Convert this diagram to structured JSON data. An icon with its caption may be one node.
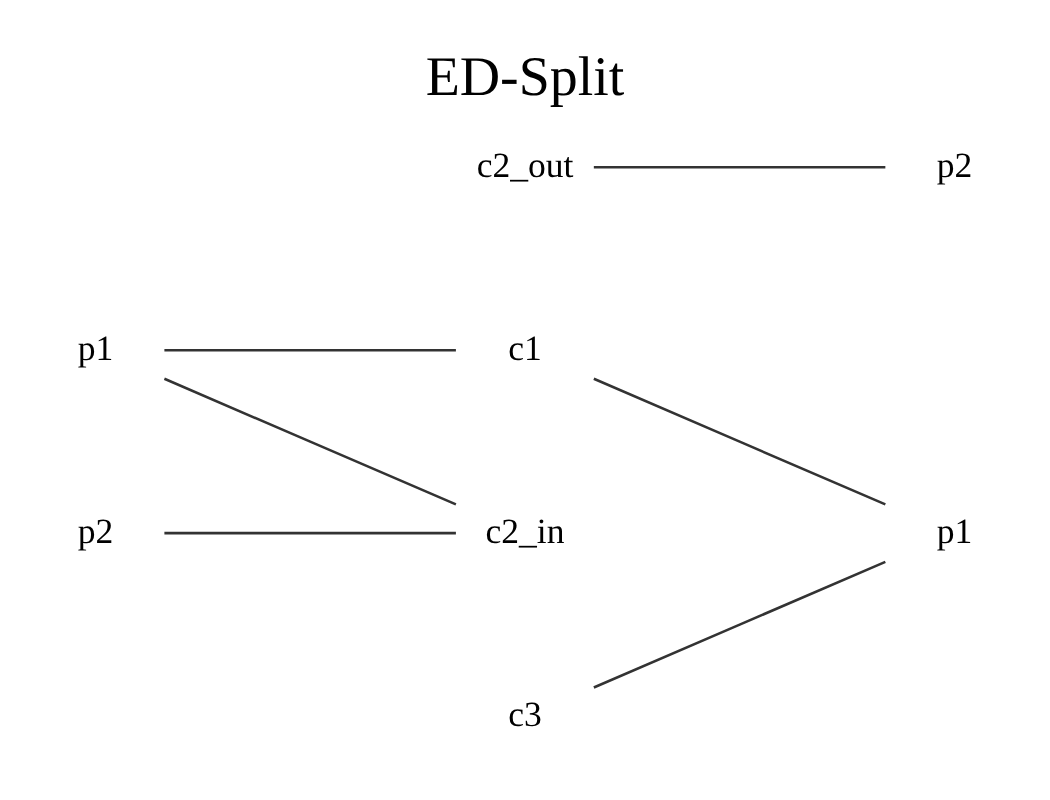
{
  "diagram": {
    "title": "ED-Split",
    "nodes": [
      {
        "text": [
          "c1"
        ]
      },
      {
        "text": [
          "p1"
        ]
      },
      {
        "text": [
          "c2_out"
        ]
      },
      {
        "text": [
          "p1"
        ]
      },
      {
        "text": [
          "p2"
        ]
      },
      {
        "text": [
          "c3"
        ]
      },
      {
        "text": [
          "p2"
        ]
      },
      {
        "text": [
          "c2_in"
        ]
      }
    ],
    "edges": [
      {
        "from": 1,
        "to": 0,
        "arrow": "none"
      },
      {
        "from": 0,
        "to": 3,
        "arrow": "none"
      },
      {
        "from": 1,
        "to": 7,
        "arrow": "none"
      },
      {
        "from": 4,
        "to": 7,
        "arrow": "none"
      },
      {
        "from": 2,
        "to": 6,
        "arrow": "none"
      },
      {
        "from": 5,
        "to": 3,
        "arrow": "none"
      }
    ]
  }
}
